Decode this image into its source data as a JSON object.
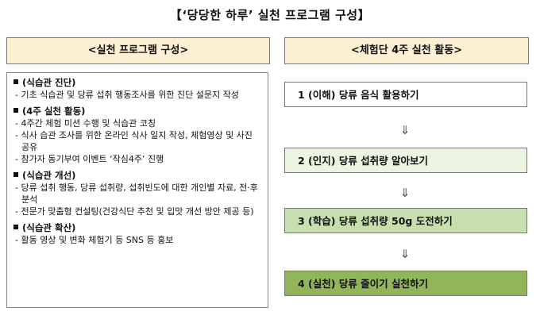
{
  "title": "【‘당당한 하루’ 실천 프로그램 구성】",
  "left_header": "<실천 프로그램 구성>",
  "right_header": "<체험단 4주 실천 활동>",
  "sections": [
    {
      "title": "(식습관 진단)",
      "lines": [
        "- 기초 식습관 및 당류 섭취 행동조사를 위한 진단 설문지 작성"
      ]
    },
    {
      "title": "(4주 실천 활동)",
      "lines": [
        "- 4주간 체험 미션 수행 및 식습관 코칭",
        "- 식사 습관 조사를 위한 온라인 식사 일지 작성, 체험영상 및 사진 공유",
        "- 참가자 동기부여 이벤트 ‘작심4주’ 진행"
      ]
    },
    {
      "title": "(식습관 개선)",
      "lines": [
        "- 당류 섭취 행동, 당류 섭취량, 섭취빈도에 대한 개인별 자료, 전·후 분석",
        "- 전문가 맞춤형 컨설팅(건강식단 추천 및 입맛 개선 방안 제공 등)"
      ]
    },
    {
      "title": "(식습관 확산)",
      "lines": [
        "- 활동 영상 및 변화 체험기 등 SNS 등 홍보"
      ]
    }
  ],
  "steps": [
    "1 (이해) 당류 음식 활용하기",
    "2 (인지) 당류 섭취량 알아보기",
    "3 (학습) 당류 섭취량 50g 도전하기",
    "4 (실천) 당류 줄이기 실천하기"
  ],
  "arrow_glyph": "⇓",
  "colors": {
    "header_bg": "#fbf0d2",
    "step1_bg": "#ffffff",
    "step2_bg": "#ebf3e1",
    "step3_bg": "#c7dfae",
    "step4_bg": "#92b45a"
  }
}
